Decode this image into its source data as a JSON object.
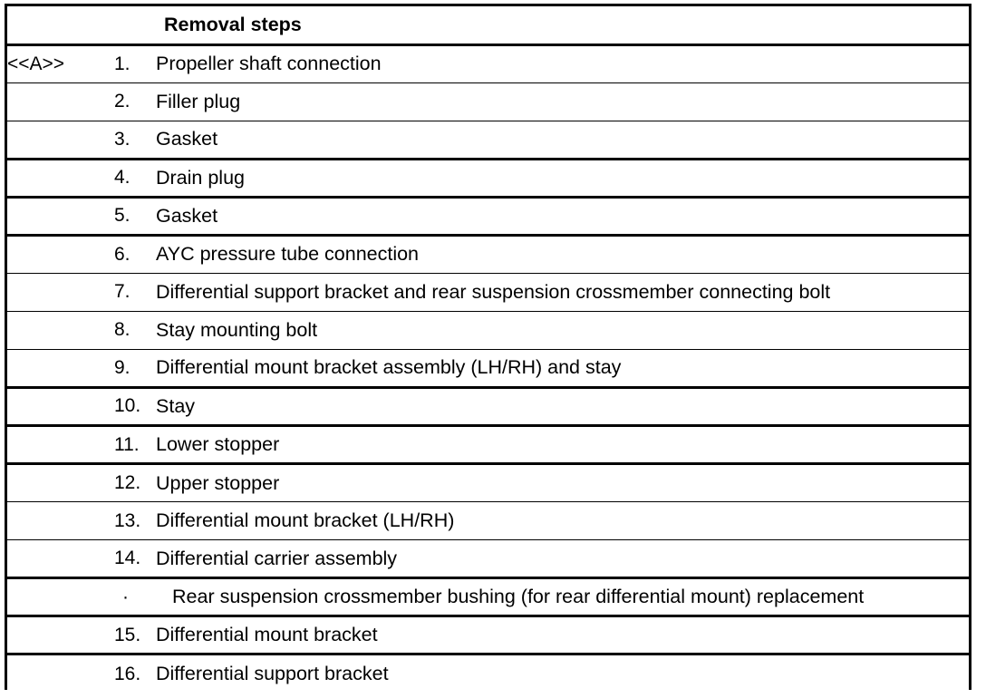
{
  "document": {
    "title": "Removal steps",
    "ink_color": "#000000",
    "paper_color": "#ffffff"
  },
  "table": {
    "columns": [
      {
        "key": "reference",
        "header": ""
      },
      {
        "key": "spacer",
        "header": ""
      },
      {
        "key": "number",
        "header": ""
      },
      {
        "key": "description",
        "header": "Removal steps"
      }
    ],
    "header": {
      "reference": "",
      "spacer": "",
      "number": "",
      "description": "Removal steps"
    },
    "rows": [
      {
        "reference": "<<A>>",
        "number": "1.",
        "description": "Propeller shaft connection",
        "rule": "thin",
        "indented": false
      },
      {
        "reference": "",
        "number": "2.",
        "description": "Filler plug",
        "rule": "thin",
        "indented": false
      },
      {
        "reference": "",
        "number": "3.",
        "description": "Gasket",
        "rule": "thick",
        "indented": false
      },
      {
        "reference": "",
        "number": "4.",
        "description": "Drain plug",
        "rule": "thick",
        "indented": false
      },
      {
        "reference": "",
        "number": "5.",
        "description": "Gasket",
        "rule": "thick",
        "indented": false
      },
      {
        "reference": "",
        "number": "6.",
        "description": "AYC pressure tube connection",
        "rule": "thin",
        "indented": false
      },
      {
        "reference": "",
        "number": "7.",
        "description": "Differential support bracket and rear suspension crossmember connecting bolt",
        "rule": "thin",
        "indented": false
      },
      {
        "reference": "",
        "number": "8.",
        "description": "Stay mounting bolt",
        "rule": "thin",
        "indented": false
      },
      {
        "reference": "",
        "number": "9.",
        "description": "Differential mount bracket assembly (LH/RH) and stay",
        "rule": "thick",
        "indented": false
      },
      {
        "reference": "",
        "number": "10.",
        "description": "Stay",
        "rule": "thick",
        "indented": false
      },
      {
        "reference": "",
        "number": "11.",
        "description": "Lower stopper",
        "rule": "thick",
        "indented": false
      },
      {
        "reference": "",
        "number": "12.",
        "description": "Upper stopper",
        "rule": "thin",
        "indented": false
      },
      {
        "reference": "",
        "number": "13.",
        "description": "Differential mount bracket (LH/RH)",
        "rule": "thin",
        "indented": false
      },
      {
        "reference": "",
        "number": "14.",
        "description": "Differential carrier assembly",
        "rule": "thick",
        "indented": false
      },
      {
        "reference": "",
        "number": "·",
        "description": "Rear suspension crossmember bushing (for rear differential mount) replacement",
        "rule": "thick",
        "indented": true
      },
      {
        "reference": "",
        "number": "15.",
        "description": "Differential mount bracket",
        "rule": "thick",
        "indented": false
      },
      {
        "reference": "",
        "number": "16.",
        "description": "Differential support bracket",
        "rule": "none",
        "indented": false
      }
    ]
  }
}
